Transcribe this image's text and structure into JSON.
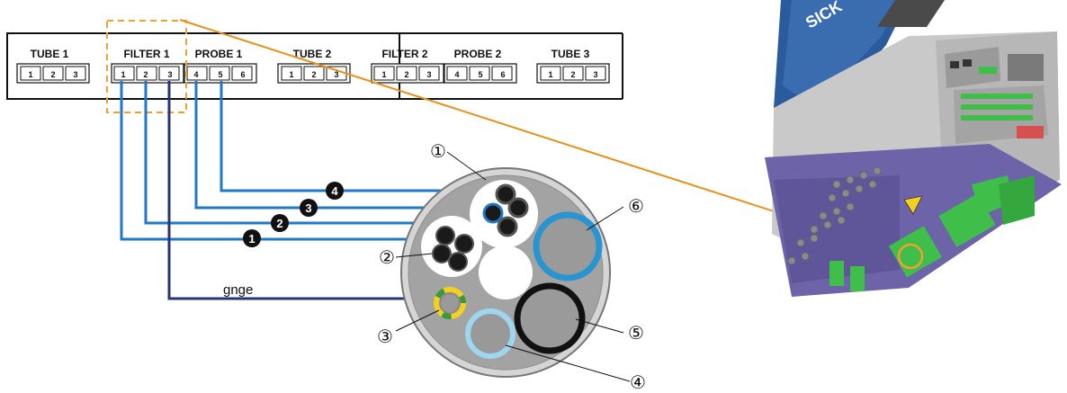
{
  "terminal_strip": {
    "groups": [
      {
        "label": "TUBE 1",
        "pins": [
          "1",
          "2",
          "3"
        ]
      },
      {
        "label": "FILTER 1",
        "pins": [
          "1",
          "2",
          "3"
        ]
      },
      {
        "label": "PROBE 1",
        "pins": [
          "4",
          "5",
          "6"
        ]
      },
      {
        "label": "TUBE 2",
        "pins": [
          "1",
          "2",
          "3"
        ]
      },
      {
        "label": "FILTER 2",
        "pins": [
          "1",
          "2",
          "3"
        ]
      },
      {
        "label": "PROBE 2",
        "pins": [
          "4",
          "5",
          "6"
        ]
      },
      {
        "label": "TUBE 3",
        "pins": [
          "1",
          "2",
          "3"
        ]
      }
    ]
  },
  "wire_markers": [
    "1",
    "2",
    "3",
    "4"
  ],
  "ground_wire_label": "gnge",
  "cable_callouts": [
    "①",
    "②",
    "③",
    "④",
    "⑤",
    "⑥"
  ],
  "device": {
    "brand_text": "SICK"
  },
  "colors": {
    "wire_blue": "#1f78c8",
    "wire_navy": "#28347a",
    "highlight_orange": "#f0a030",
    "callout_line_orange": "#e8901a",
    "cable_grey": "#9a9a9a",
    "tube_light_blue": "#9fd6ef",
    "tube_blue": "#2894d0",
    "earth_yellow": "#f2d020",
    "earth_green": "#3a9a3a",
    "device_blue": "#2a5b9c",
    "terminal_green": "#3fbf4a"
  }
}
